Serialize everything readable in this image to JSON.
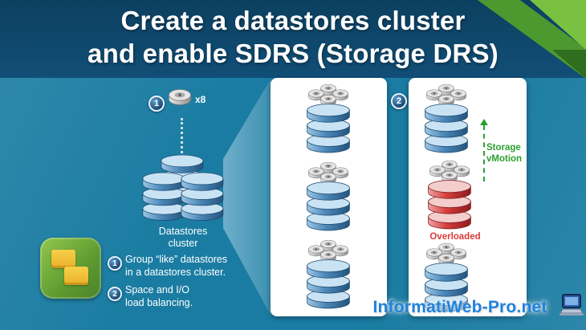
{
  "title": {
    "line1": "Create a datastores cluster",
    "line2": "and enable SDRS (Storage DRS)"
  },
  "left": {
    "step1_badge": "1",
    "disk_multiplier": "x8",
    "cluster_label": {
      "line1": "Datastores",
      "line2": "cluster"
    },
    "notes": [
      {
        "num": "1",
        "line1": "Group “like” datastores",
        "line2": "in a datastores cluster."
      },
      {
        "num": "2",
        "line1": "Space and I/O",
        "line2": "load balancing."
      }
    ]
  },
  "diagram": {
    "step2_badge": "2",
    "storage_vmotion": {
      "line1": "Storage",
      "line2": "vMotion"
    },
    "overloaded_label": "Overloaded"
  },
  "watermark": "InformatiWeb-Pro.net",
  "colors": {
    "background_teal": "#1a7ca2",
    "header_blue": "#114e77",
    "ribbon_green_light": "#7ac142",
    "ribbon_green_mid": "#4c9a2f",
    "ribbon_green_dark": "#2f6e1f",
    "datastore_blue": "#4a86b8",
    "overloaded_red": "#d33a3a",
    "vmotion_green": "#2aa12e",
    "watermark_blue": "#1e82dd",
    "logo_green": "#5d9a30",
    "logo_yellow": "#eab02a"
  }
}
